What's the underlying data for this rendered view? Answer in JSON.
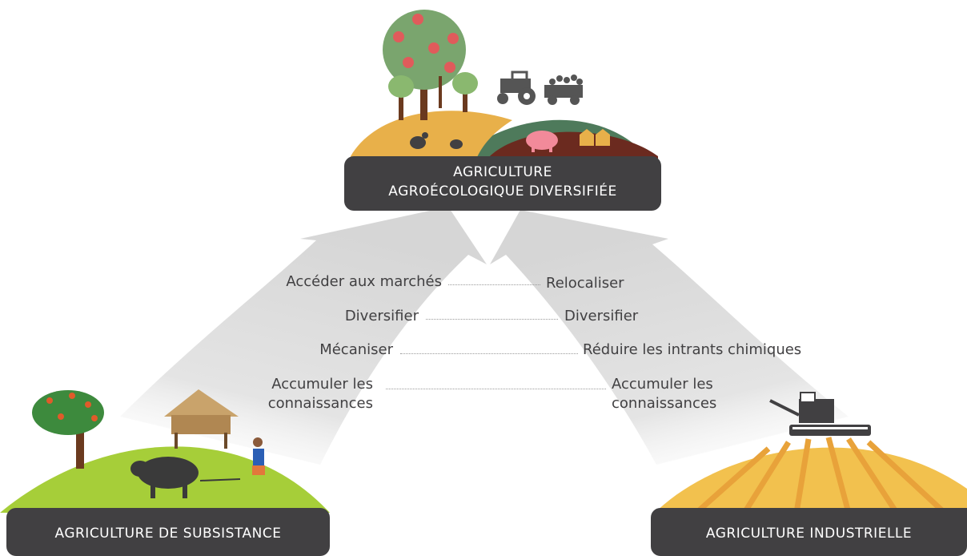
{
  "labels": {
    "top": {
      "line1": "AGRICULTURE",
      "line2": "AGROÉCOLOGIQUE DIVERSIFIÉE"
    },
    "bottom_left": "AGRICULTURE DE SUBSISTANCE",
    "bottom_right": "AGRICULTURE INDUSTRIELLE"
  },
  "left_steps": [
    {
      "line1": "Accéder aux marchés",
      "line2": ""
    },
    {
      "line1": "Diversifier",
      "line2": ""
    },
    {
      "line1": "Mécaniser",
      "line2": ""
    },
    {
      "line1": "Accumuler les",
      "line2": "connaissances"
    }
  ],
  "right_steps": [
    {
      "line1": "Relocaliser",
      "line2": ""
    },
    {
      "line1": "Diversifier",
      "line2": ""
    },
    {
      "line1": "Réduire les intrants chimiques",
      "line2": ""
    },
    {
      "line1": "Accumuler les",
      "line2": "connaissances"
    }
  ],
  "colors": {
    "label_bg": "#414042",
    "subsistence_green": "#a6ce39",
    "industrial_yellow": "#f2c14e",
    "agro_orange": "#e8b04a",
    "agro_green": "#4e7a5b",
    "agro_brown": "#6b2a1f",
    "arrow_gray": "#d9d9d9"
  },
  "icons": [
    "apple-tree-icon",
    "tractor-icon",
    "chicken-icon",
    "pig-icon",
    "beehive-icon",
    "flowering-tree-icon",
    "stilt-house-icon",
    "buffalo-icon",
    "farmer-icon",
    "combine-harvester-icon"
  ]
}
